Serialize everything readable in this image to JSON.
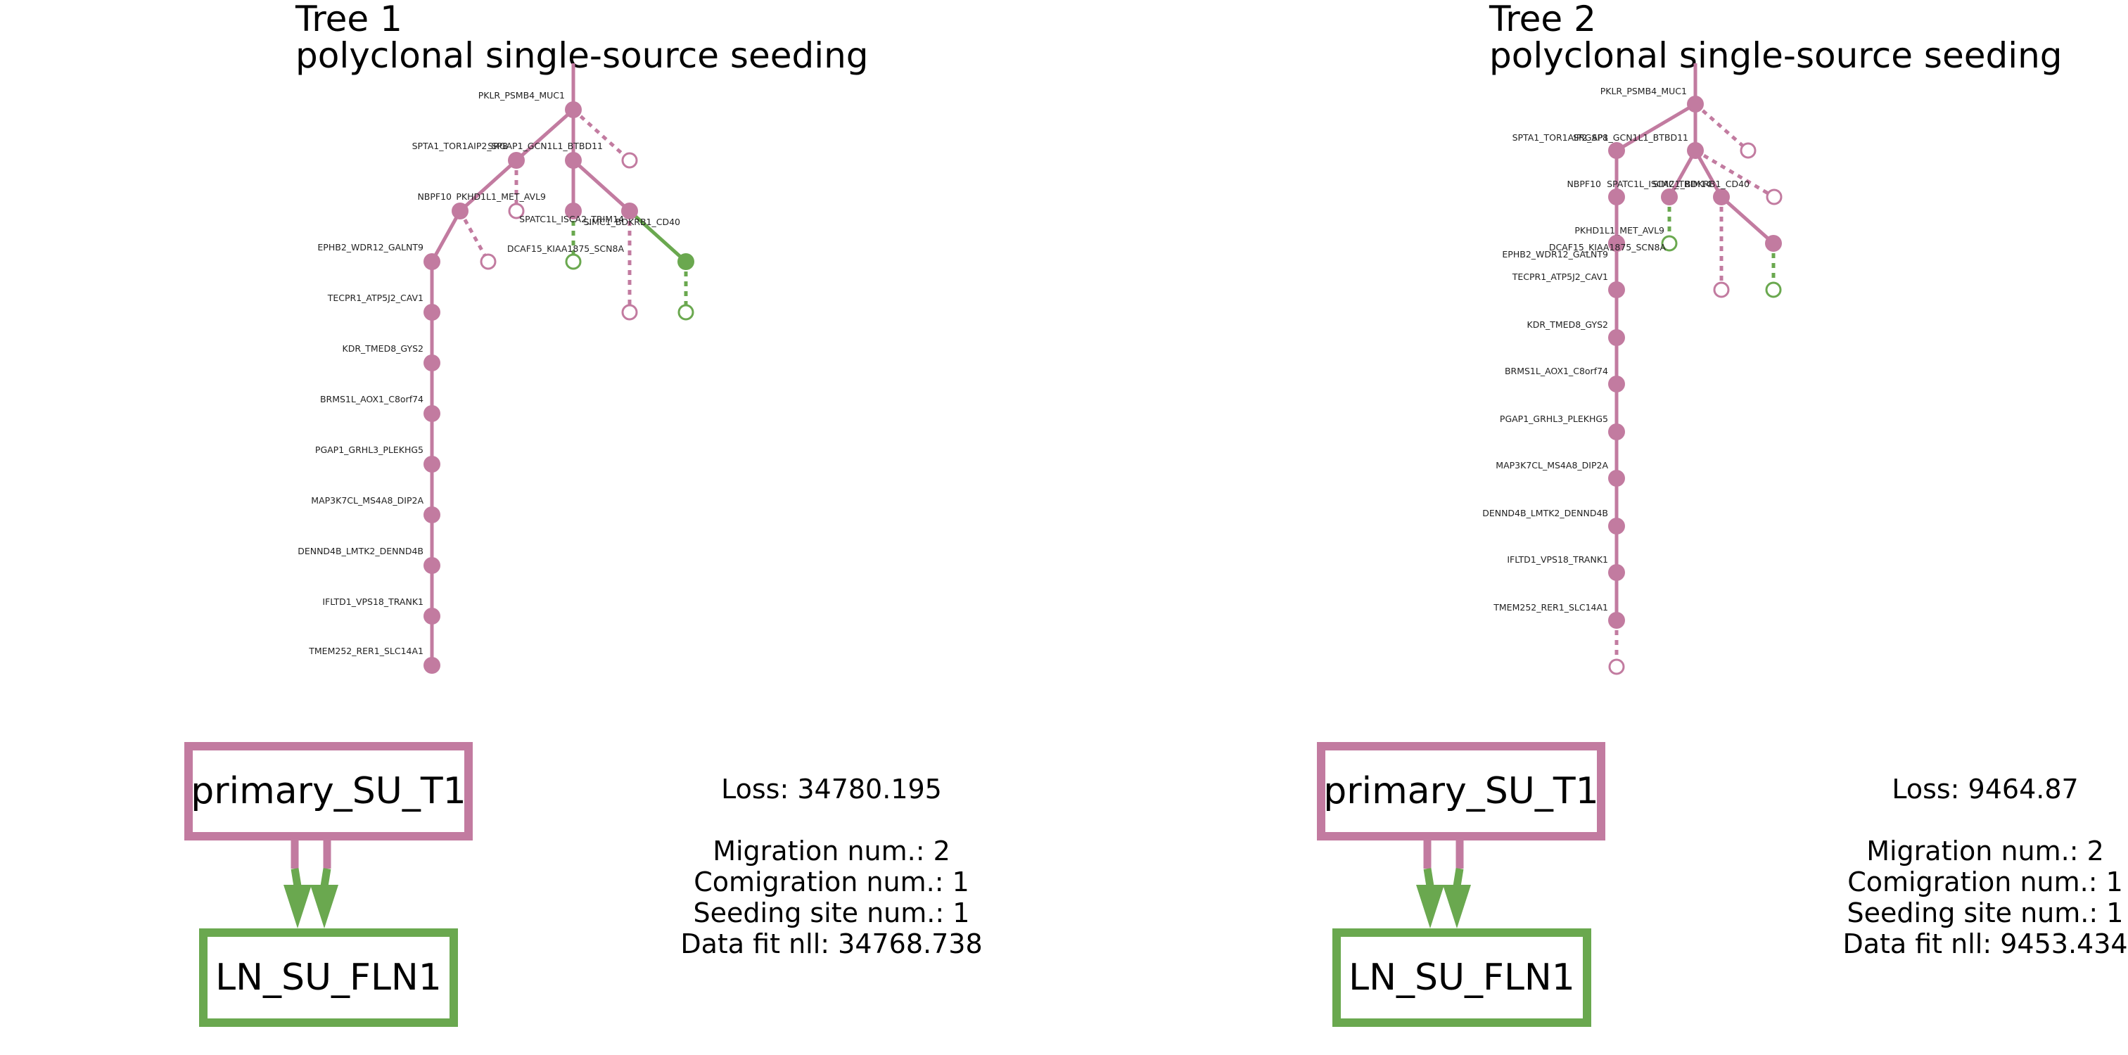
{
  "colors": {
    "primary": "#c27ba0",
    "metastasis": "#6aa84f"
  },
  "trees": [
    {
      "title": "Tree 1",
      "subtitle": "polyclonal single-source seeding",
      "nodes": [
        {
          "id": "root",
          "label": "PKLR_PSMB4_MUC1",
          "site": "primary",
          "type": "filled"
        },
        {
          "id": "sp8",
          "label": "SPTA1_TOR1AIP2_SP8",
          "site": "primary",
          "type": "filled"
        },
        {
          "id": "btbd",
          "label": "SRGAP1_GCN1L1_BTBD11",
          "site": "primary",
          "type": "filled"
        },
        {
          "id": "nbpf",
          "label": "NBPF10",
          "site": "primary",
          "type": "filled"
        },
        {
          "id": "avl9",
          "label": "PKHD1L1_MET_AVL9",
          "site": "primary",
          "type": "open"
        },
        {
          "id": "trim",
          "label": "SPATC1L_ISCA2_TRIM14",
          "site": "primary",
          "type": "filled"
        },
        {
          "id": "scn",
          "label": "DCAF15_KIAA1875_SCN8A",
          "site": "metastasis",
          "type": "open"
        },
        {
          "id": "cd40",
          "label": "SIMC1_BDKRB1_CD40",
          "site": "primary",
          "type": "filled"
        },
        {
          "id": "galnt",
          "label": "EPHB2_WDR12_GALNT9",
          "site": "primary",
          "type": "filled"
        },
        {
          "id": "cav1",
          "label": "TECPR1_ATP5J2_CAV1",
          "site": "primary",
          "type": "filled"
        },
        {
          "id": "gys2",
          "label": "KDR_TMED8_GYS2",
          "site": "primary",
          "type": "filled"
        },
        {
          "id": "c8",
          "label": "BRMS1L_AOX1_C8orf74",
          "site": "primary",
          "type": "filled"
        },
        {
          "id": "plek",
          "label": "PGAP1_GRHL3_PLEKHG5",
          "site": "primary",
          "type": "filled"
        },
        {
          "id": "dip",
          "label": "MAP3K7CL_MS4A8_DIP2A",
          "site": "primary",
          "type": "filled"
        },
        {
          "id": "dennd",
          "label": "DENND4B_LMTK2_DENND4B",
          "site": "primary",
          "type": "filled"
        },
        {
          "id": "trank",
          "label": "IFLTD1_VPS18_TRANK1",
          "site": "primary",
          "type": "filled"
        },
        {
          "id": "slc",
          "label": "TMEM252_RER1_SLC14A1",
          "site": "primary",
          "type": "filled"
        },
        {
          "id": "l_root",
          "label": "",
          "site": "primary",
          "type": "open"
        },
        {
          "id": "l_nbpf",
          "label": "",
          "site": "primary",
          "type": "open"
        },
        {
          "id": "met_a",
          "label": "",
          "site": "metastasis",
          "type": "filled"
        },
        {
          "id": "l_cd40",
          "label": "",
          "site": "primary",
          "type": "open"
        },
        {
          "id": "l_met",
          "label": "",
          "site": "metastasis",
          "type": "open"
        }
      ],
      "edges": [
        {
          "from": "root",
          "to": "sp8",
          "style": "solid",
          "color": "primary"
        },
        {
          "from": "root",
          "to": "btbd",
          "style": "solid",
          "color": "primary"
        },
        {
          "from": "root",
          "to": "l_root",
          "style": "dashed",
          "color": "primary"
        },
        {
          "from": "sp8",
          "to": "nbpf",
          "style": "solid",
          "color": "primary"
        },
        {
          "from": "sp8",
          "to": "avl9",
          "style": "dashed",
          "color": "primary"
        },
        {
          "from": "btbd",
          "to": "trim",
          "style": "solid",
          "color": "primary"
        },
        {
          "from": "btbd",
          "to": "cd40",
          "style": "solid",
          "color": "primary"
        },
        {
          "from": "trim",
          "to": "scn",
          "style": "dashed",
          "color": "metastasis"
        },
        {
          "from": "cd40",
          "to": "met_a",
          "style": "solid",
          "color": "metastasis"
        },
        {
          "from": "cd40",
          "to": "l_cd40",
          "style": "dashed",
          "color": "primary"
        },
        {
          "from": "met_a",
          "to": "l_met",
          "style": "dashed",
          "color": "metastasis"
        },
        {
          "from": "nbpf",
          "to": "galnt",
          "style": "solid",
          "color": "primary"
        },
        {
          "from": "nbpf",
          "to": "l_nbpf",
          "style": "dashed",
          "color": "primary"
        },
        {
          "from": "galnt",
          "to": "cav1",
          "style": "solid",
          "color": "primary"
        },
        {
          "from": "cav1",
          "to": "gys2",
          "style": "solid",
          "color": "primary"
        },
        {
          "from": "gys2",
          "to": "c8",
          "style": "solid",
          "color": "primary"
        },
        {
          "from": "c8",
          "to": "plek",
          "style": "solid",
          "color": "primary"
        },
        {
          "from": "plek",
          "to": "dip",
          "style": "solid",
          "color": "primary"
        },
        {
          "from": "dip",
          "to": "dennd",
          "style": "solid",
          "color": "primary"
        },
        {
          "from": "dennd",
          "to": "trank",
          "style": "solid",
          "color": "primary"
        },
        {
          "from": "trank",
          "to": "slc",
          "style": "solid",
          "color": "primary"
        }
      ],
      "migration_graph": {
        "source": "primary_SU_T1",
        "target": "LN_SU_FLN1",
        "migration_count": 2
      },
      "stats": {
        "loss": "Loss: 34780.195",
        "migration": "Migration num.: 2",
        "comigration": "Comigration num.: 1",
        "seeding": "Seeding site num.: 1",
        "datafit": "Data fit nll: 34768.738"
      }
    },
    {
      "title": "Tree 2",
      "subtitle": "polyclonal single-source seeding",
      "nodes": [
        {
          "id": "root",
          "label": "PKLR_PSMB4_MUC1",
          "site": "primary",
          "type": "filled"
        },
        {
          "id": "sp8",
          "label": "SPTA1_TOR1AIP2_SP8",
          "site": "primary",
          "type": "filled"
        },
        {
          "id": "btbd",
          "label": "SRGAP1_GCN1L1_BTBD11",
          "site": "primary",
          "type": "filled"
        },
        {
          "id": "nbpf",
          "label": "NBPF10",
          "site": "primary",
          "type": "filled"
        },
        {
          "id": "trim",
          "label": "SPATC1L_ISCA2_TRIM14",
          "site": "primary",
          "type": "filled"
        },
        {
          "id": "avl9",
          "label": "PKHD1L1_MET_AVL9",
          "site": "primary",
          "type": "filled"
        },
        {
          "id": "galnt",
          "label": "EPHB2_WDR12_GALNT9",
          "site": "primary",
          "type": "filled"
        },
        {
          "id": "cd40",
          "label": "SIMC1_BDKRB1_CD40",
          "site": "primary",
          "type": "filled"
        },
        {
          "id": "scn",
          "label": "DCAF15_KIAA1875_SCN8A",
          "site": "metastasis",
          "type": "open"
        },
        {
          "id": "cav1",
          "label": "TECPR1_ATP5J2_CAV1",
          "site": "primary",
          "type": "filled"
        },
        {
          "id": "gys2",
          "label": "KDR_TMED8_GYS2",
          "site": "primary",
          "type": "filled"
        },
        {
          "id": "c8",
          "label": "BRMS1L_AOX1_C8orf74",
          "site": "primary",
          "type": "filled"
        },
        {
          "id": "plek",
          "label": "PGAP1_GRHL3_PLEKHG5",
          "site": "primary",
          "type": "filled"
        },
        {
          "id": "dip",
          "label": "MAP3K7CL_MS4A8_DIP2A",
          "site": "primary",
          "type": "filled"
        },
        {
          "id": "dennd",
          "label": "DENND4B_LMTK2_DENND4B",
          "site": "primary",
          "type": "filled"
        },
        {
          "id": "trank",
          "label": "IFLTD1_VPS18_TRANK1",
          "site": "primary",
          "type": "filled"
        },
        {
          "id": "slc",
          "label": "TMEM252_RER1_SLC14A1",
          "site": "primary",
          "type": "filled"
        },
        {
          "id": "l_root",
          "label": "",
          "site": "primary",
          "type": "open"
        },
        {
          "id": "l_btbd",
          "label": "",
          "site": "primary",
          "type": "open"
        },
        {
          "id": "l_cd40",
          "label": "",
          "site": "primary",
          "type": "open"
        },
        {
          "id": "x1",
          "label": "",
          "site": "primary",
          "type": "filled"
        },
        {
          "id": "l_met",
          "label": "",
          "site": "metastasis",
          "type": "open"
        },
        {
          "id": "l_slc",
          "label": "",
          "site": "primary",
          "type": "open"
        }
      ],
      "edges": [
        {
          "from": "root",
          "to": "sp8",
          "style": "solid",
          "color": "primary"
        },
        {
          "from": "root",
          "to": "btbd",
          "style": "solid",
          "color": "primary"
        },
        {
          "from": "root",
          "to": "l_root",
          "style": "dashed",
          "color": "primary"
        },
        {
          "from": "sp8",
          "to": "nbpf",
          "style": "solid",
          "color": "primary"
        },
        {
          "from": "btbd",
          "to": "trim",
          "style": "solid",
          "color": "primary"
        },
        {
          "from": "btbd",
          "to": "cd40",
          "style": "solid",
          "color": "primary"
        },
        {
          "from": "btbd",
          "to": "l_btbd",
          "style": "dashed",
          "color": "primary"
        },
        {
          "from": "nbpf",
          "to": "avl9",
          "style": "solid",
          "color": "primary"
        },
        {
          "from": "trim",
          "to": "scn",
          "style": "dashed",
          "color": "metastasis"
        },
        {
          "from": "cd40",
          "to": "x1",
          "style": "solid",
          "color": "primary"
        },
        {
          "from": "cd40",
          "to": "l_cd40",
          "style": "dashed",
          "color": "primary"
        },
        {
          "from": "x1",
          "to": "l_met",
          "style": "dashed",
          "color": "metastasis"
        },
        {
          "from": "avl9",
          "to": "galnt",
          "style": "solid",
          "color": "primary"
        },
        {
          "from": "galnt",
          "to": "cav1",
          "style": "solid",
          "color": "primary"
        },
        {
          "from": "cav1",
          "to": "gys2",
          "style": "solid",
          "color": "primary"
        },
        {
          "from": "gys2",
          "to": "c8",
          "style": "solid",
          "color": "primary"
        },
        {
          "from": "c8",
          "to": "plek",
          "style": "solid",
          "color": "primary"
        },
        {
          "from": "plek",
          "to": "dip",
          "style": "solid",
          "color": "primary"
        },
        {
          "from": "dip",
          "to": "dennd",
          "style": "solid",
          "color": "primary"
        },
        {
          "from": "dennd",
          "to": "trank",
          "style": "solid",
          "color": "primary"
        },
        {
          "from": "trank",
          "to": "slc",
          "style": "solid",
          "color": "primary"
        },
        {
          "from": "slc",
          "to": "l_slc",
          "style": "dashed",
          "color": "primary"
        }
      ],
      "migration_graph": {
        "source": "primary_SU_T1",
        "target": "LN_SU_FLN1",
        "migration_count": 2
      },
      "stats": {
        "loss": "Loss: 9464.87",
        "migration": "Migration num.: 2",
        "comigration": "Comigration num.: 1",
        "seeding": "Seeding site num.: 1",
        "datafit": "Data fit nll: 9453.434"
      }
    }
  ]
}
